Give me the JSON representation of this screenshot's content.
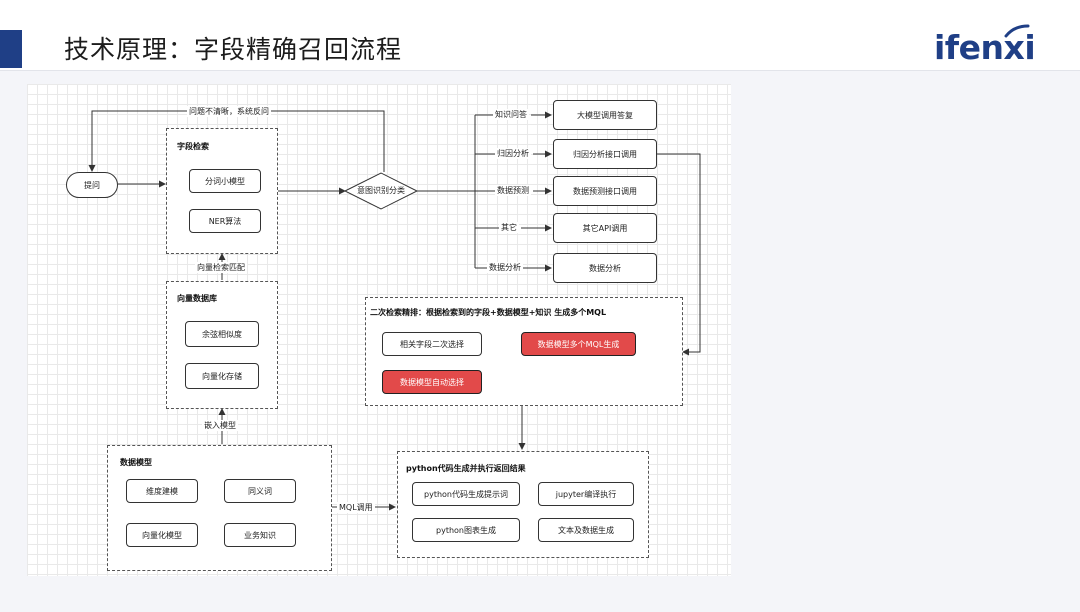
{
  "header": {
    "title": "技术原理：字段精确召回流程",
    "logo": "ifenxi"
  },
  "diagram": {
    "start": "提问",
    "feedback_label": "问题不清晰，系统反问",
    "field_retrieval": {
      "title": "字段检索",
      "items": [
        "分词小模型",
        "NER算法"
      ]
    },
    "vector_match_label": "向量检索匹配",
    "vector_db": {
      "title": "向量数据库",
      "items": [
        "余弦相似度",
        "向量化存储"
      ]
    },
    "embed_label": "嵌入模型",
    "data_model": {
      "title": "数据模型",
      "items": [
        "维度建模",
        "同义词",
        "向量化模型",
        "业务知识"
      ]
    },
    "mql_label": "MQL调用",
    "intent": "意图识别分类",
    "branches": [
      {
        "label": "知识问答",
        "target": "大模型调用答复"
      },
      {
        "label": "归因分析",
        "target": "归因分析接口调用"
      },
      {
        "label": "数据预测",
        "target": "数据预测接口调用"
      },
      {
        "label": "其它",
        "target": "其它API调用"
      },
      {
        "label": "数据分析",
        "target": "数据分析"
      }
    ],
    "secondary": {
      "title": "二次检索精排：根据检索到的字段+数据模型+知识 生成多个MQL",
      "items": [
        "相关字段二次选择",
        "数据模型多个MQL生成",
        "数据模型自动选择"
      ]
    },
    "python": {
      "title": "python代码生成并执行返回结果",
      "items": [
        "python代码生成提示词",
        "jupyter编译执行",
        "python图表生成",
        "文本及数据生成"
      ]
    }
  },
  "colors": {
    "accent": "#1f3f86",
    "highlight": "#e24a4a"
  }
}
